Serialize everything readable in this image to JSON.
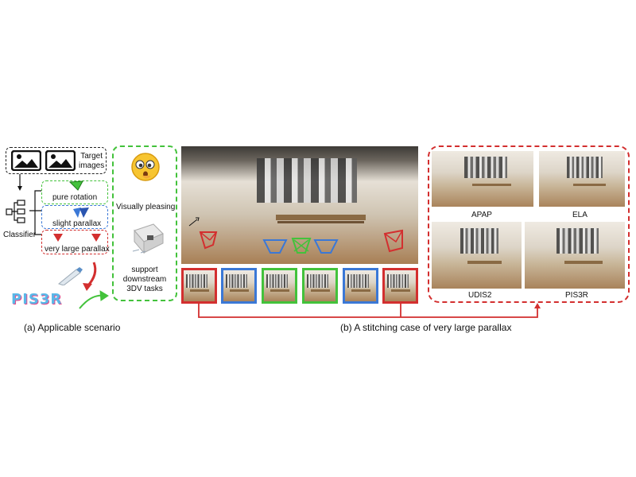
{
  "left": {
    "target_images": "Target\nimages",
    "classifier": "Classifier",
    "branches": [
      "pure rotation",
      "slight parallax",
      "very large parallax"
    ],
    "logo": "PIS3R",
    "visual": "Visually pleasing",
    "support": "support\ndownstream\n3DV tasks",
    "caption": "(a) Applicable scenario"
  },
  "middle": {
    "caption": "(b) A stitching case of very large parallax"
  },
  "right": {
    "labels": [
      "APAP",
      "ELA",
      "UDIS2",
      "PIS3R"
    ]
  },
  "colors": {
    "red": "#d32f2f",
    "green": "#43c23b",
    "blue": "#3b78d6",
    "dark": "#222222"
  }
}
